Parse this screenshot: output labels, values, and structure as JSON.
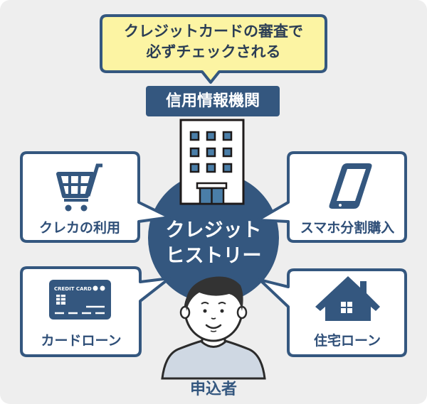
{
  "colors": {
    "background": "#eeeeee",
    "navy": "#34577f",
    "callout_fill": "#fcf4a3",
    "white": "#ffffff",
    "window_blue": "#4a7ea8",
    "shirt": "#cfd8e3",
    "hair": "#333333"
  },
  "callout": {
    "line1": "クレジットカードの審査で",
    "line2": "必ずチェックされる"
  },
  "agency": {
    "label": "信用情報機関",
    "icon": "office-building-icon"
  },
  "center": {
    "line1": "クレジット",
    "line2": "ヒストリー"
  },
  "boxes": {
    "top_left": {
      "label": "クレカの利用",
      "icon": "shopping-cart-icon"
    },
    "top_right": {
      "label": "スマホ分割購入",
      "icon": "smartphone-icon"
    },
    "bottom_left": {
      "label": "カードローン",
      "icon": "credit-card-icon",
      "card_text": "CREDIT CARD"
    },
    "bottom_right": {
      "label": "住宅ローン",
      "icon": "house-icon"
    }
  },
  "applicant": {
    "label": "申込者",
    "icon": "person-icon"
  }
}
